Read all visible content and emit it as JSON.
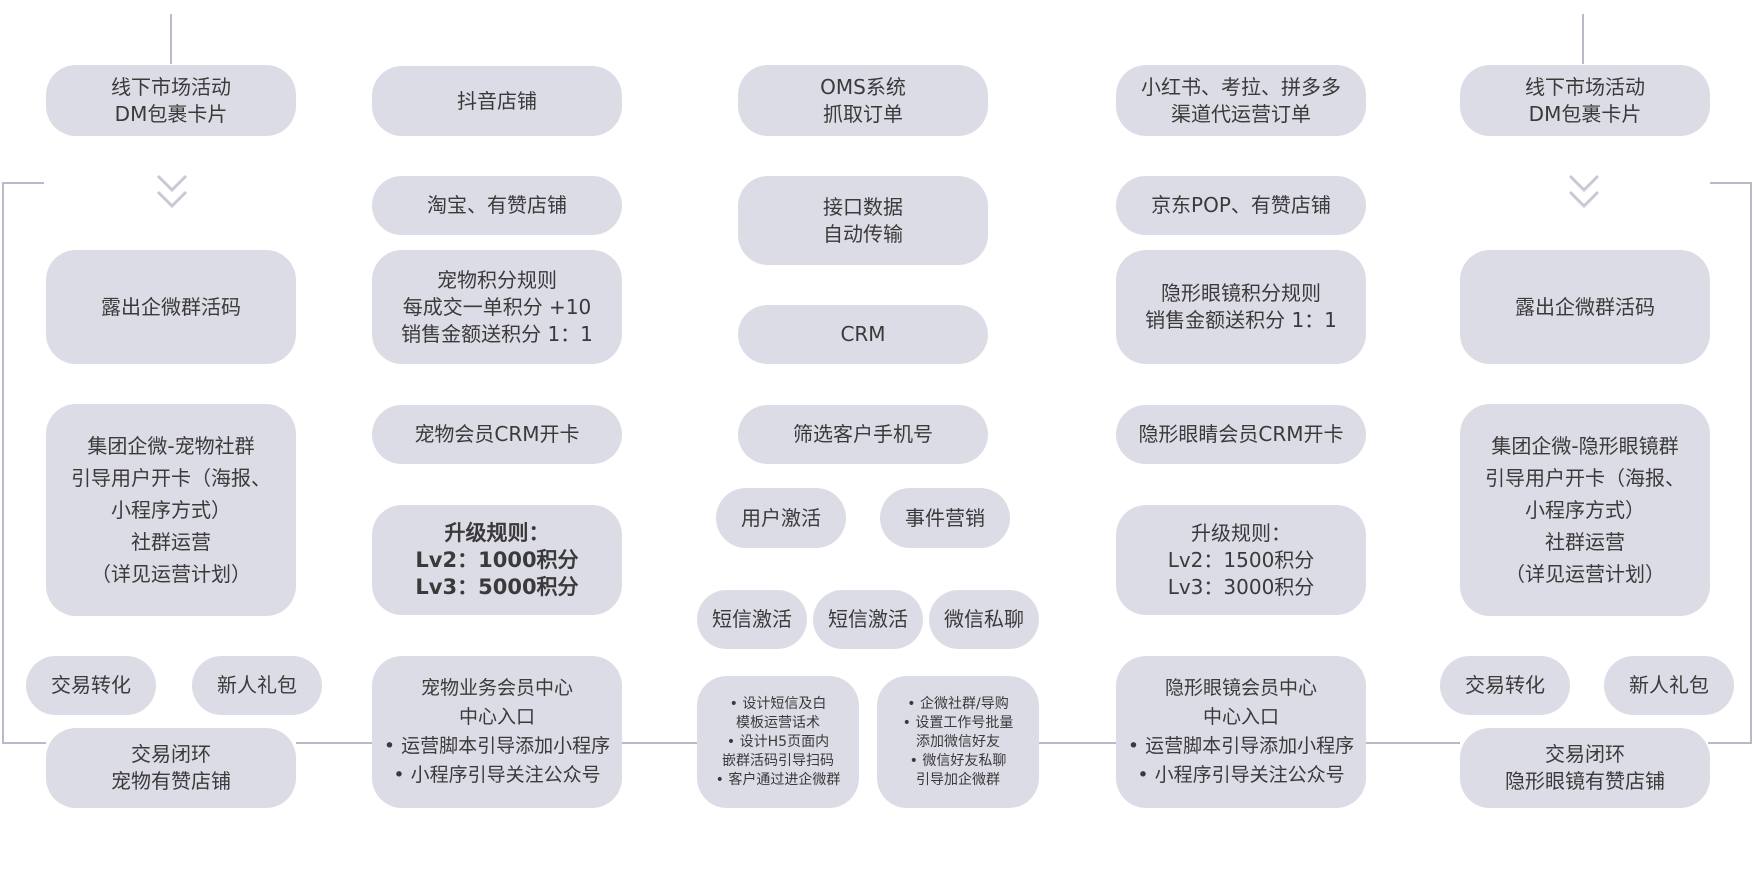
{
  "columns": {
    "left": {
      "top": [
        "线下市场活动",
        "DM包裹卡片"
      ],
      "qr": [
        "露出企微群活码"
      ],
      "group": [
        "集团企微-宠物社群",
        "引导用户开卡（海报、",
        "小程序方式）",
        "社群运营",
        "（详见运营计划）"
      ],
      "convert": [
        "交易转化"
      ],
      "gift": [
        "新人礼包"
      ],
      "loop": [
        "交易闭环",
        "宠物有赞店铺"
      ]
    },
    "pet": {
      "douyin": [
        "抖音店铺"
      ],
      "taobao": [
        "淘宝、有赞店铺"
      ],
      "points": [
        "宠物积分规则",
        "每成交一单积分  +10",
        "销售金额送积分  1：1"
      ],
      "crm": [
        "宠物会员CRM开卡"
      ],
      "upgrade": [
        "升级规则：",
        "Lv2：1000积分",
        "Lv3：5000积分"
      ],
      "center": [
        "宠物业务会员中心",
        "中心入口",
        "• 运营脚本引导添加小程序",
        "• 小程序引导关注公众号"
      ]
    },
    "mid": {
      "oms": [
        "OMS系统",
        "抓取订单"
      ],
      "api": [
        "接口数据",
        "自动传输"
      ],
      "crm": [
        "CRM"
      ],
      "filter": [
        "筛选客户手机号"
      ],
      "activate": [
        "用户激活"
      ],
      "event": [
        "事件营销"
      ],
      "sms1": [
        "短信激活"
      ],
      "sms2": [
        "短信激活"
      ],
      "wechat": [
        "微信私聊"
      ],
      "detail1": [
        "• 设计短信及白",
        "模板运营话术",
        "• 设计H5页面内",
        "嵌群活码引导扫码",
        "• 客户通过进企微群"
      ],
      "detail2": [
        "• 企微社群/导购",
        "• 设置工作号批量",
        "添加微信好友",
        "• 微信好友私聊",
        "引导加企微群"
      ]
    },
    "lens": {
      "channels": [
        "小红书、考拉、拼多多",
        "渠道代运营订单"
      ],
      "jd": [
        "京东POP、有赞店铺"
      ],
      "points": [
        "隐形眼镜积分规则",
        "销售金额送积分  1：1"
      ],
      "crm": [
        "隐形眼睛会员CRM开卡"
      ],
      "upgrade": [
        "升级规则：",
        "Lv2：1500积分",
        "Lv3：3000积分"
      ],
      "center": [
        "隐形眼镜会员中心",
        "中心入口",
        "• 运营脚本引导添加小程序",
        "• 小程序引导关注公众号"
      ]
    },
    "right": {
      "top": [
        "线下市场活动",
        "DM包裹卡片"
      ],
      "qr": [
        "露出企微群活码"
      ],
      "group": [
        "集团企微-隐形眼镜群",
        "引导用户开卡（海报、",
        "小程序方式）",
        "社群运营",
        "（详见运营计划）"
      ],
      "convert": [
        "交易转化"
      ],
      "gift": [
        "新人礼包"
      ],
      "loop": [
        "交易闭环",
        "隐形眼镜有赞店铺"
      ]
    }
  },
  "colors": {
    "node_fill": "#dcdce6",
    "line": "#b9b9c9",
    "text": "#3a3a3a"
  }
}
